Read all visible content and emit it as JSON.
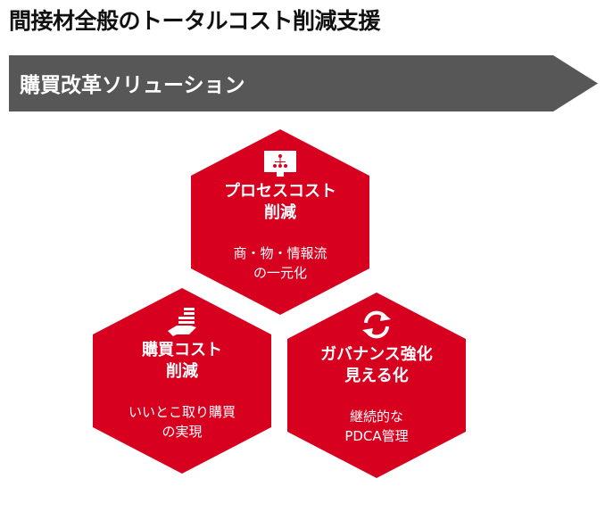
{
  "title": "間接材全般のトータルコスト削減支援",
  "banner": "購買改革ソリューション",
  "hexagons": [
    {
      "heading1": "プロセスコスト",
      "heading2": "削減",
      "sub1": "商・物・情報流",
      "sub2": "の一元化",
      "icon": "monitor-hierarchy-icon"
    },
    {
      "heading1": "購買コスト",
      "heading2": "削減",
      "sub1": "いいとこ取り購買",
      "sub2": "の実現",
      "icon": "hand-coins-icon"
    },
    {
      "heading1": "ガバナンス強化",
      "heading2": "見える化",
      "sub1": "継続的な",
      "sub2": "PDCA管理",
      "icon": "refresh-icon"
    }
  ],
  "colors": {
    "accent": "#d7001f",
    "banner": "#575757"
  }
}
